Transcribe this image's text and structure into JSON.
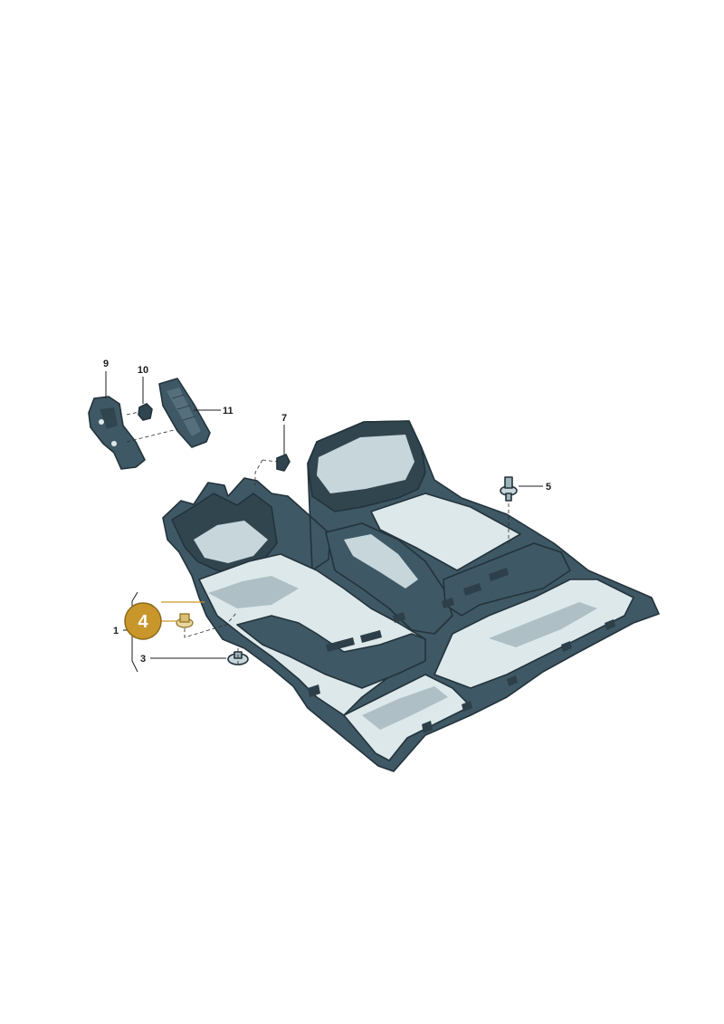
{
  "diagram": {
    "callouts": {
      "c1": "1",
      "c3": "3",
      "c4": "4",
      "c5": "5",
      "c7": "7",
      "c9": "9",
      "c10": "10",
      "c11": "11"
    },
    "highlight_color": "#c9962b",
    "highlighted_part": "4"
  }
}
